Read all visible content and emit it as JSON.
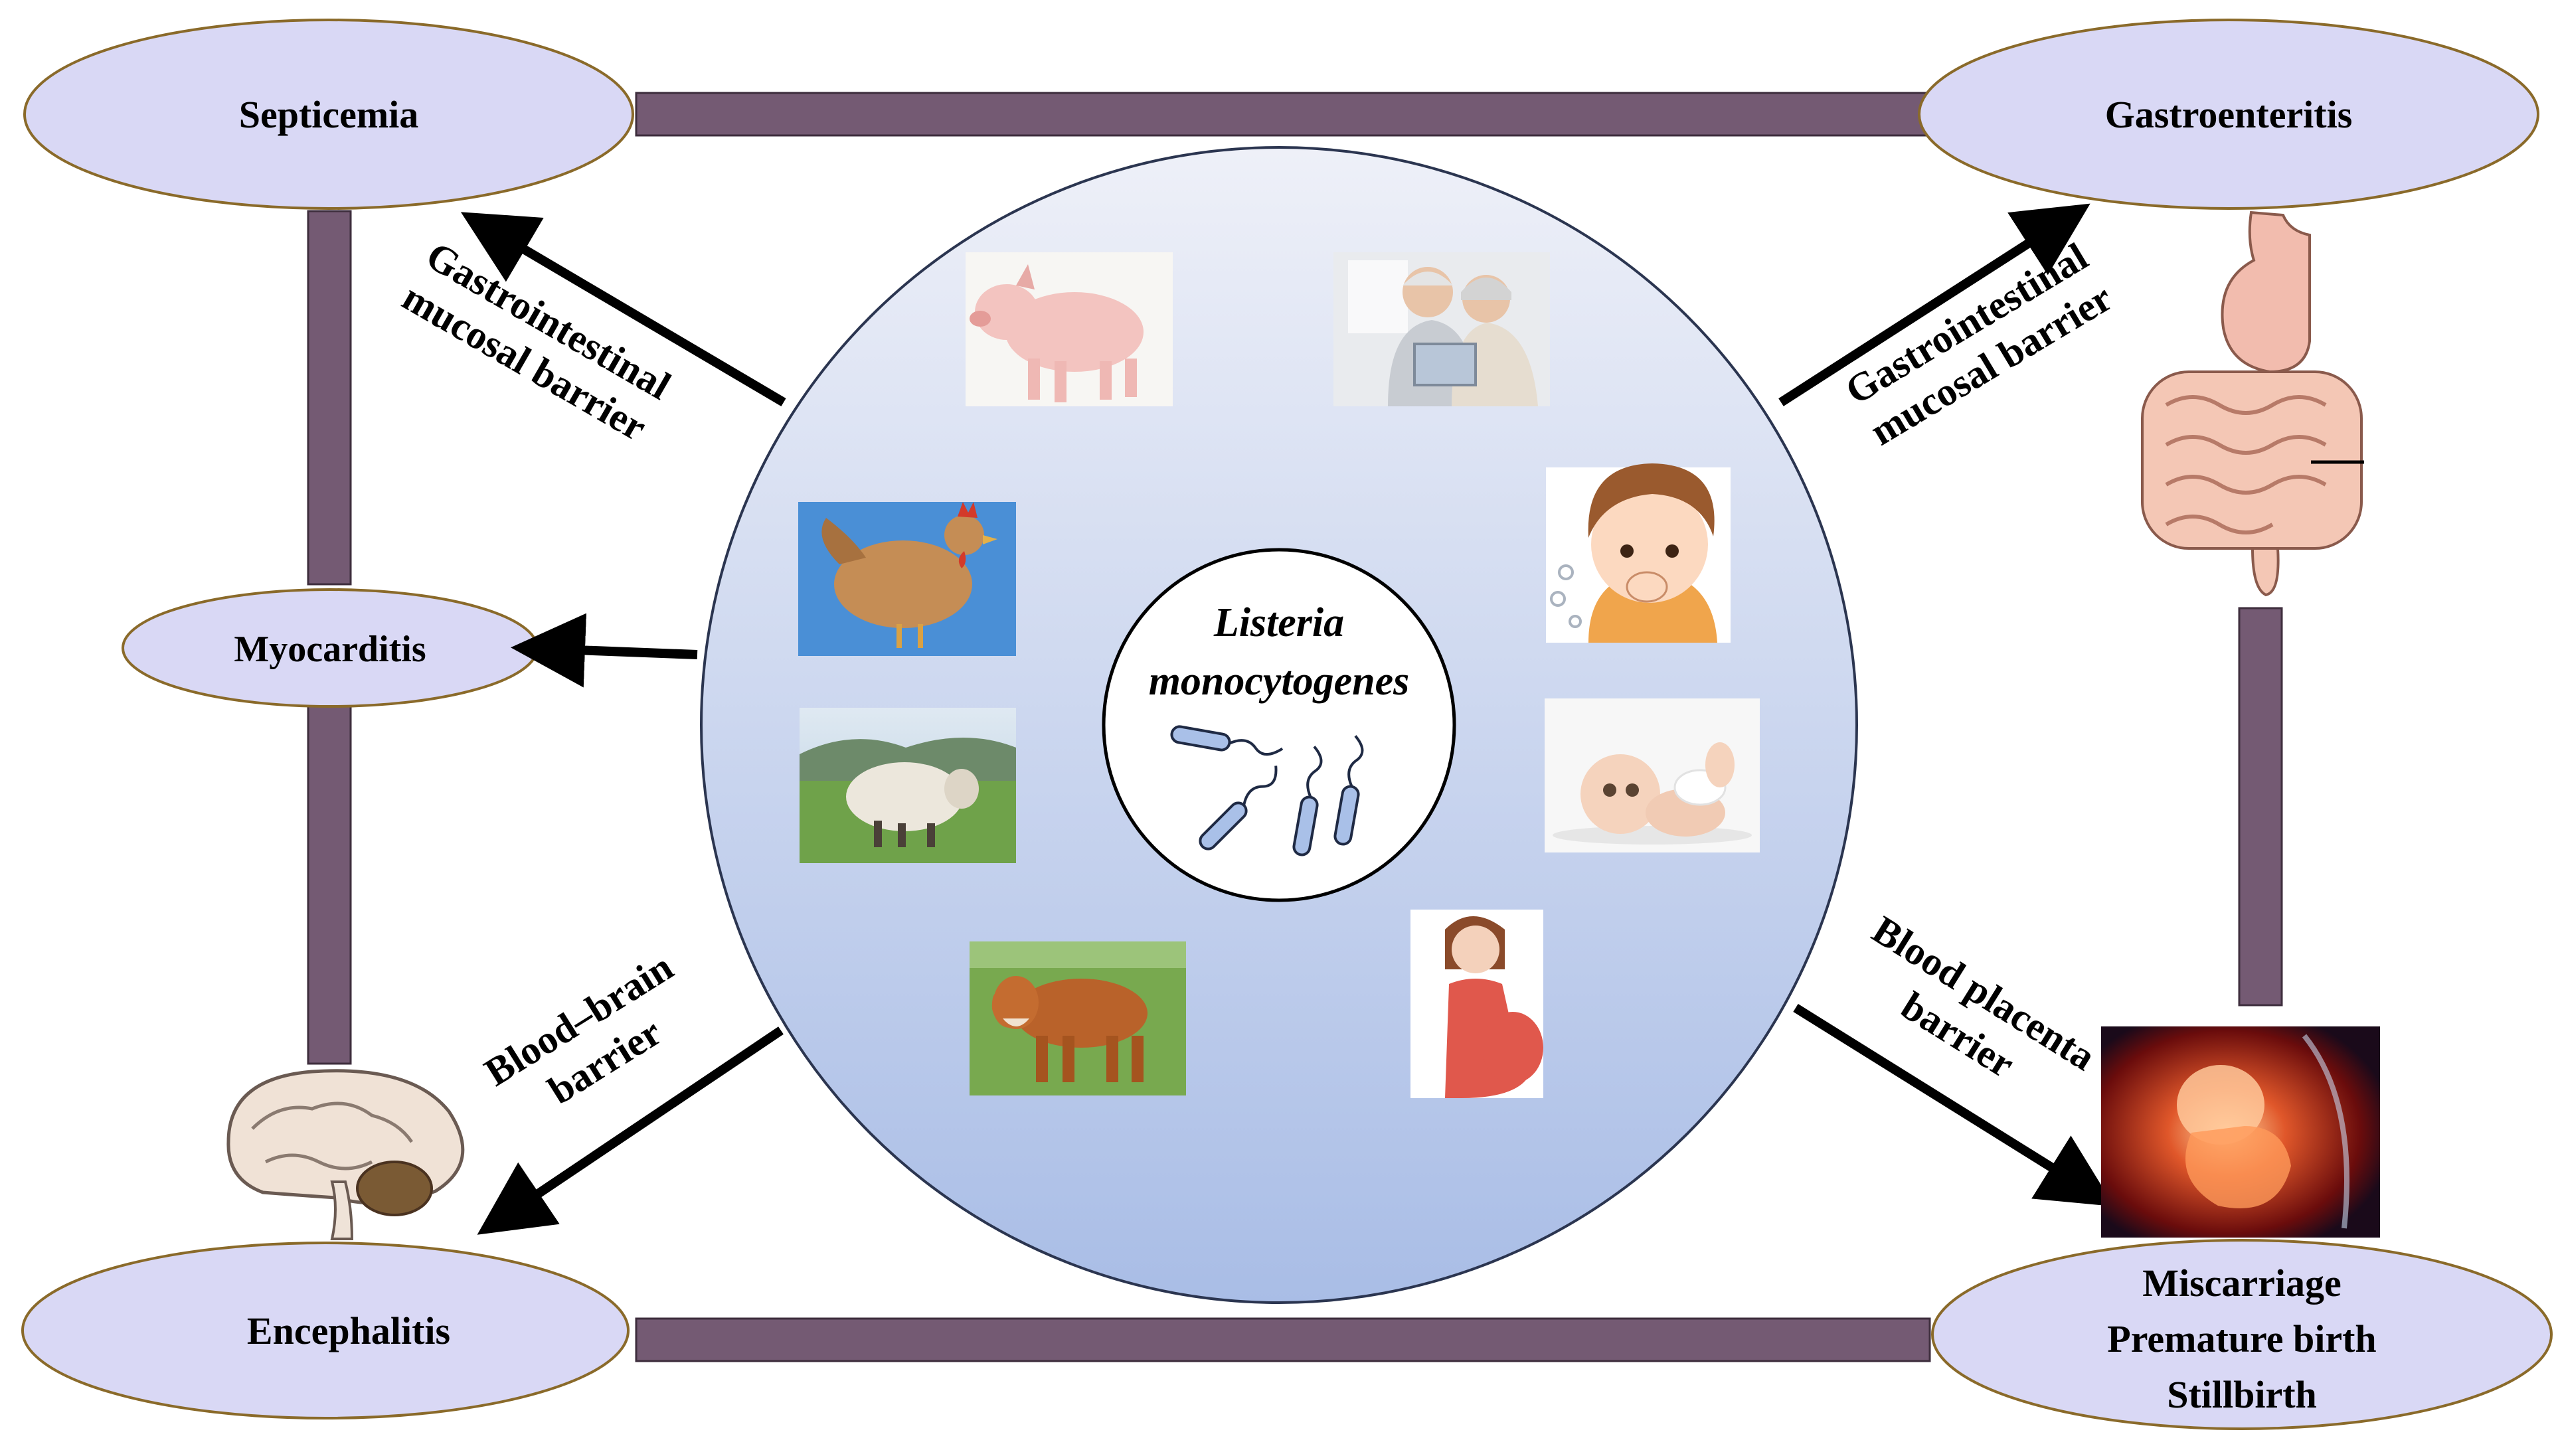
{
  "center": {
    "organism_line1": "Listeria",
    "organism_line2": "monocytogenes"
  },
  "outcomes": {
    "septicemia": "Septicemia",
    "gastroenteritis": "Gastroenteritis",
    "myocarditis": "Myocarditis",
    "encephalitis": "Encephalitis",
    "pregnancy_line1": "Miscarriage",
    "pregnancy_line2": "Premature birth",
    "pregnancy_line3": "Stillbirth"
  },
  "barriers": {
    "gi_left_line1": "Gastrointestinal",
    "gi_left_line2": "mucosal barrier",
    "gi_right_line1": "Gastrointestinal",
    "gi_right_line2": "mucosal barrier",
    "bbb_line1": "Blood–brain",
    "bbb_line2": "barrier",
    "placenta_line1": "Blood placenta",
    "placenta_line2": "barrier"
  },
  "hosts": [
    "pig",
    "elderly-couple",
    "chicken",
    "child-coughing",
    "sheep",
    "infant",
    "cow",
    "pregnant-woman"
  ],
  "colors": {
    "ellipse_fill": "#d9d8f5",
    "ellipse_stroke": "#8a6a2a",
    "connector": "#745a73",
    "circle_top": "#eef0f8",
    "circle_bottom": "#a9bde6",
    "arrow": "#000000"
  }
}
